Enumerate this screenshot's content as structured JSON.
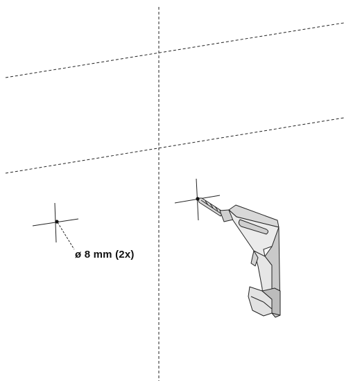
{
  "annotation": {
    "hole_label": "ø 8 mm (2x)"
  },
  "colors": {
    "line": "#222222",
    "drill_fill": "#e9e9e9",
    "drill_shade": "#c9c9c9",
    "background": "#ffffff"
  },
  "icons": [
    "crosshair-marker",
    "crosshair-marker",
    "power-drill-icon"
  ]
}
